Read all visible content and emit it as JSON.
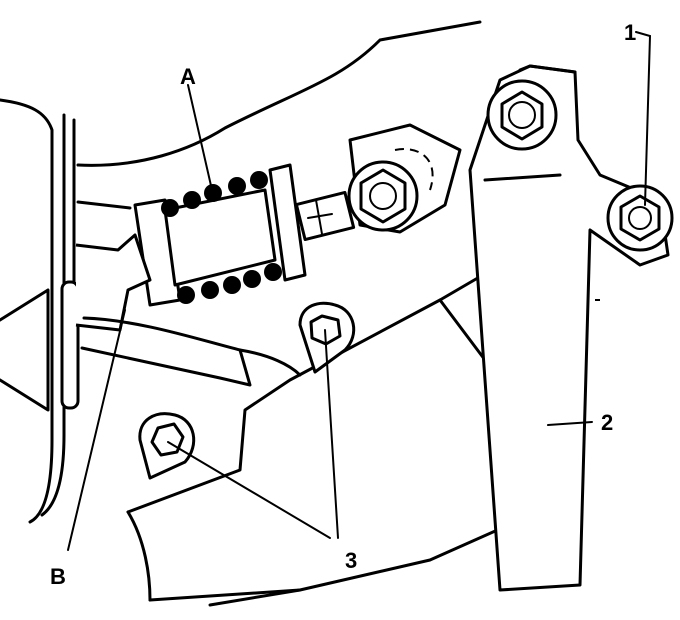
{
  "labels": {
    "A": "A",
    "B": "B",
    "one": "1",
    "two": "2",
    "three": "3"
  }
}
